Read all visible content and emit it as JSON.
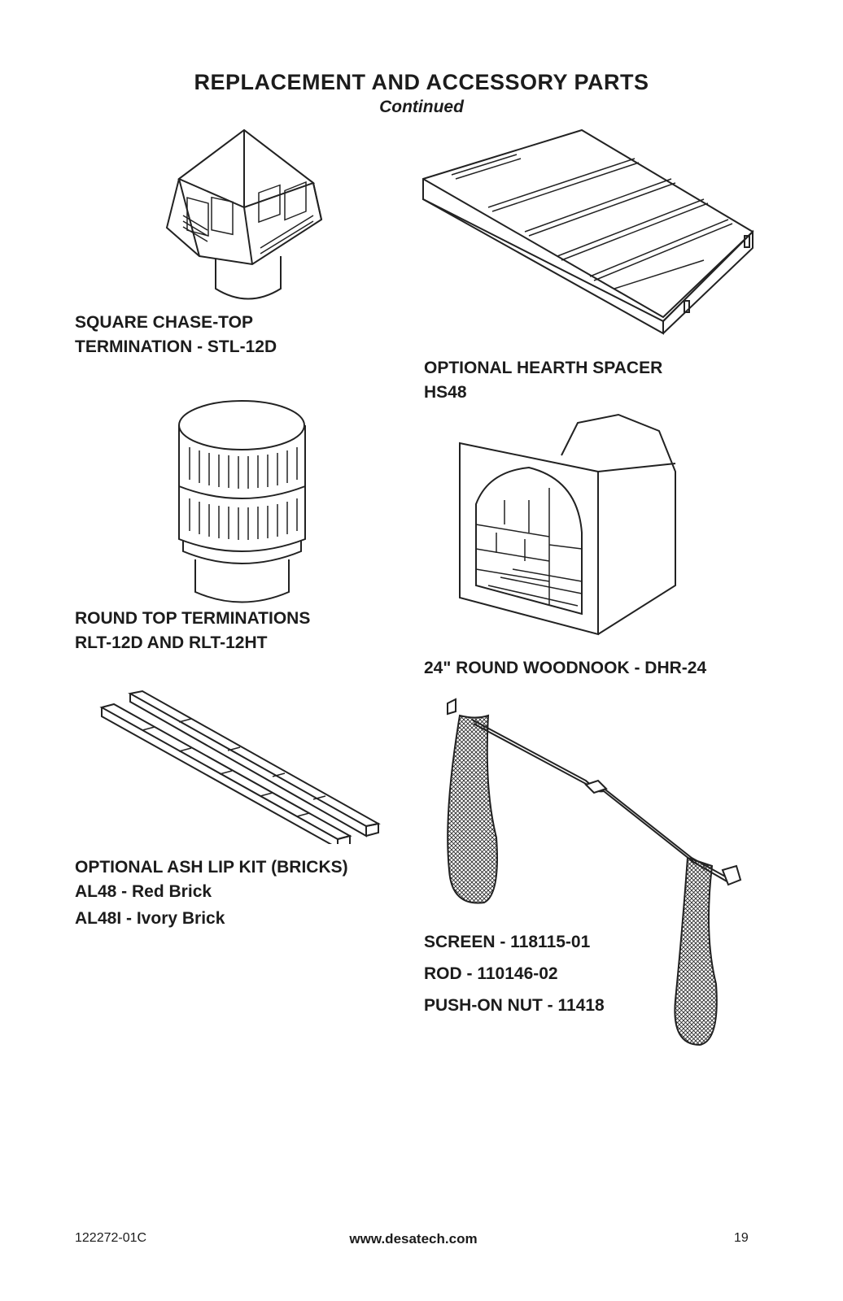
{
  "header": {
    "title": "REPLACEMENT AND ACCESSORY PARTS",
    "subtitle": "Continued"
  },
  "parts": {
    "chase_top": {
      "line1": "SQUARE CHASE-TOP",
      "line2": "TERMINATION - STL-12D",
      "icon": "square-chase-top-illustration"
    },
    "hearth_spacer": {
      "line1": "OPTIONAL HEARTH SPACER",
      "line2": "HS48",
      "icon": "hearth-spacer-illustration"
    },
    "round_top": {
      "line1": "ROUND TOP TERMINATIONS",
      "line2": "RLT-12D AND RLT-12HT",
      "icon": "round-top-termination-illustration"
    },
    "woodnook": {
      "line1": "24\" ROUND WOODNOOK - DHR-24",
      "icon": "woodnook-illustration"
    },
    "ash_lip": {
      "line1": "OPTIONAL ASH LIP KIT (BRICKS)",
      "line2": "AL48 - Red Brick",
      "line3": "AL48I - Ivory Brick",
      "icon": "ash-lip-bricks-illustration"
    },
    "screen": {
      "line1": "SCREEN - 118115-01",
      "line2": "ROD - 110146-02",
      "line3": "PUSH-ON NUT - 11418",
      "icon": "screen-rod-illustration"
    }
  },
  "footer": {
    "doc_number": "122272-01C",
    "website": "www.desatech.com",
    "page_number": "19"
  },
  "colors": {
    "text": "#1c1c1c",
    "line": "#222222"
  }
}
